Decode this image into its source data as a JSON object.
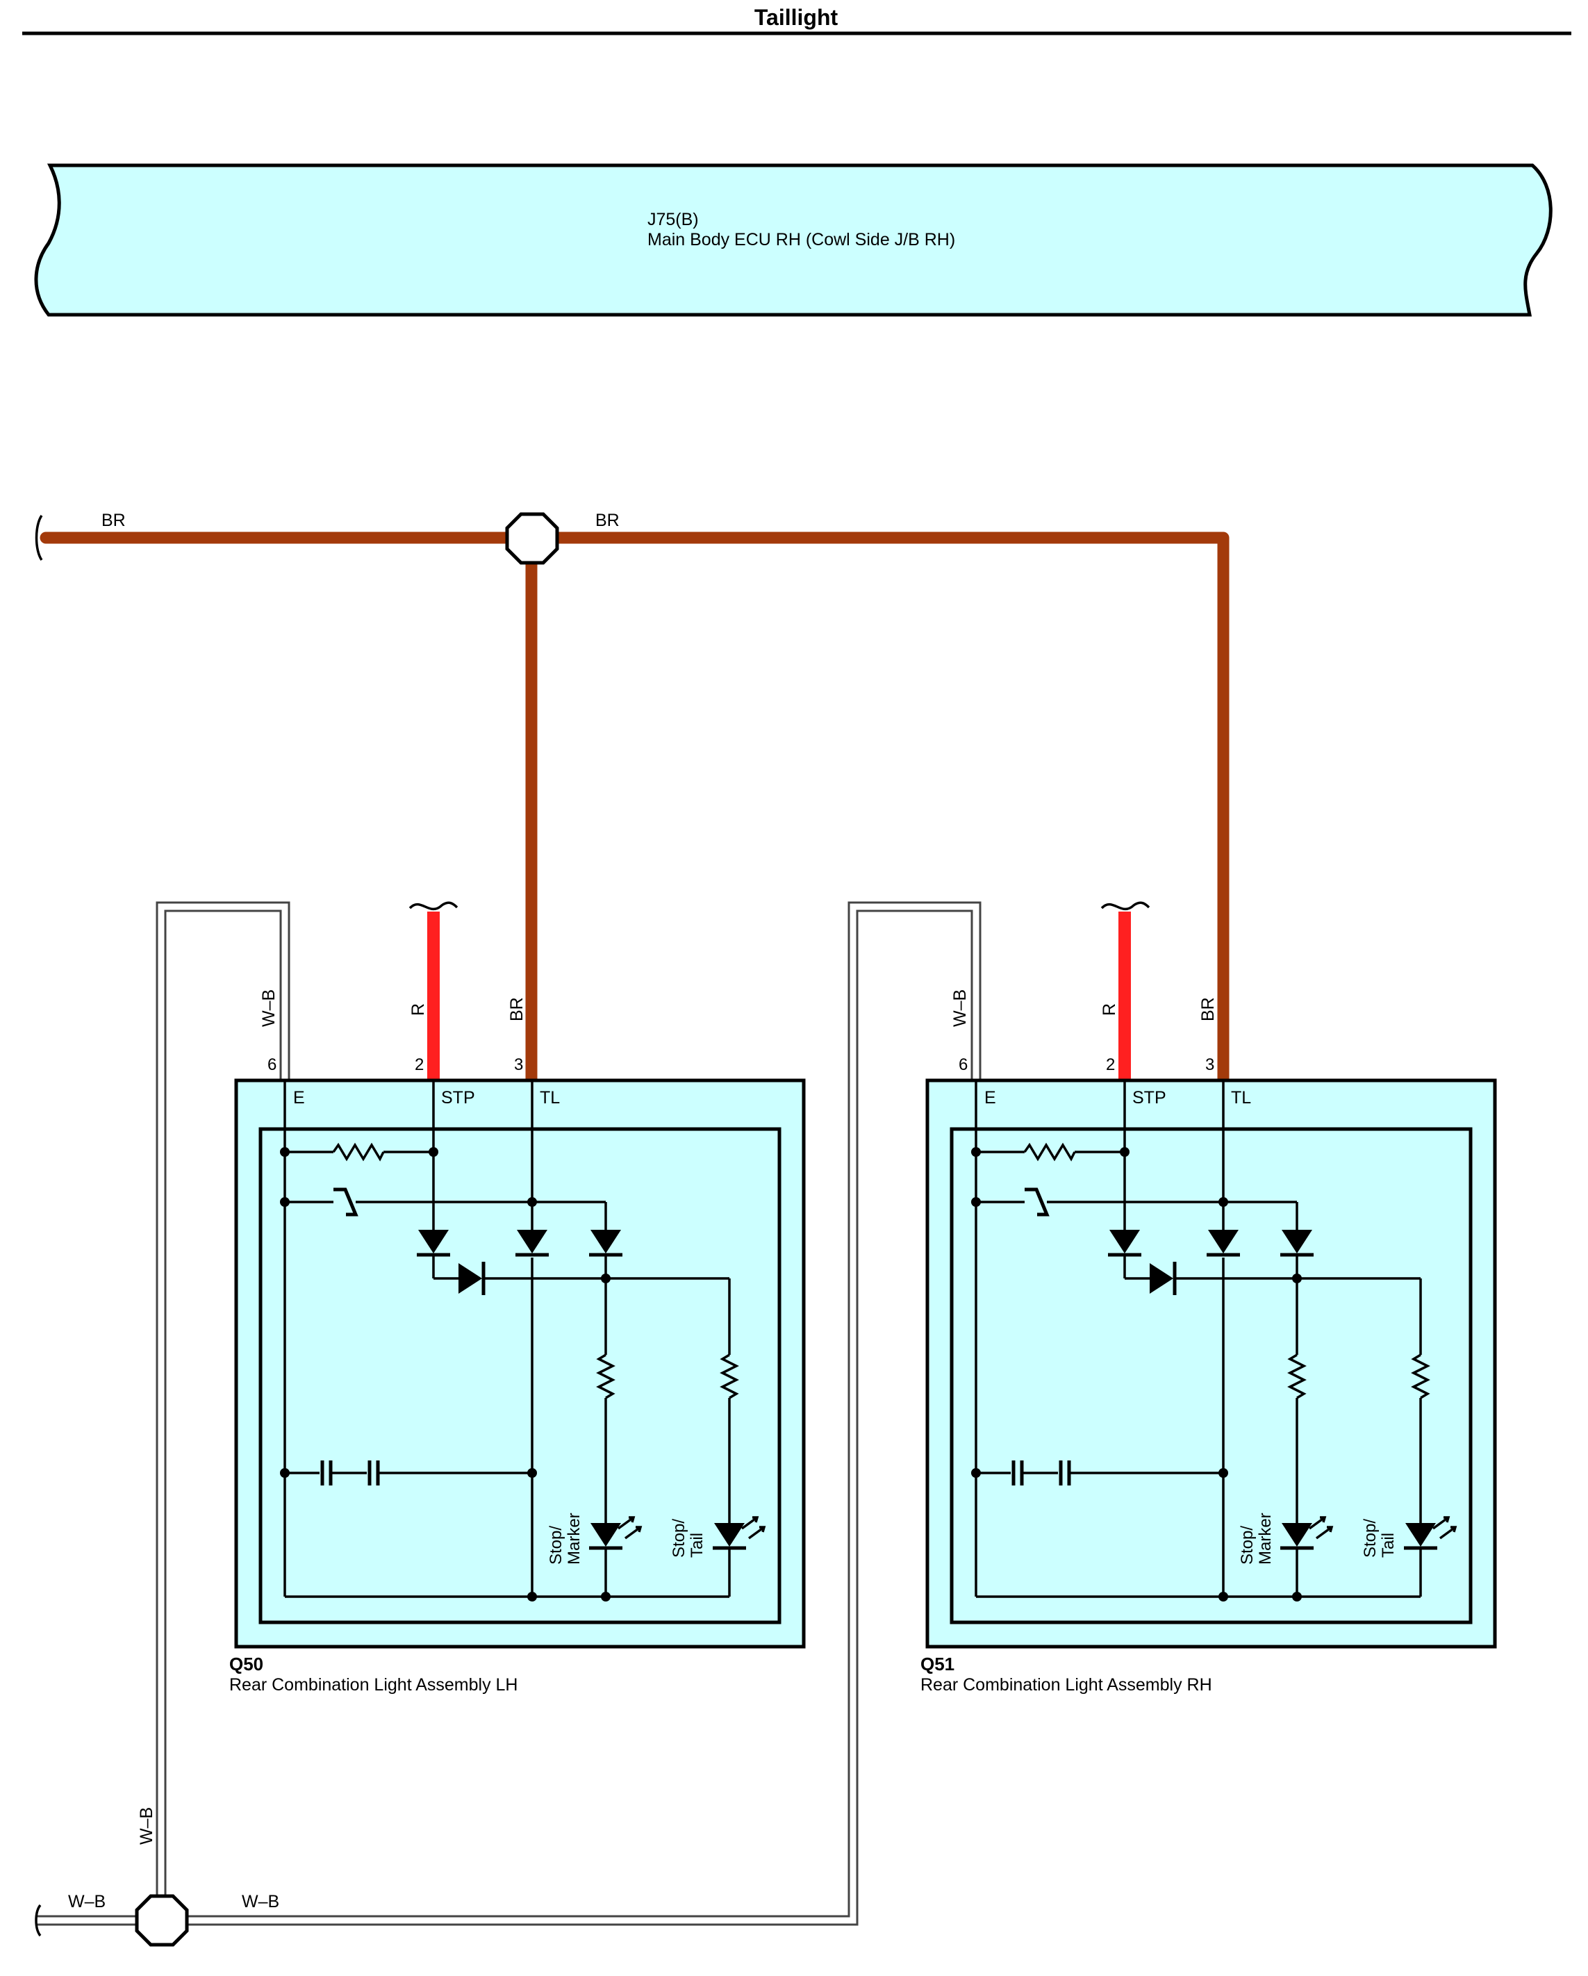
{
  "page": {
    "title": "Taillight"
  },
  "ecu": {
    "code": "J75(B)",
    "name": "Main Body ECU RH (Cowl Side J/B RH)"
  },
  "wires": {
    "br_left": "BR",
    "br_right": "BR",
    "wb_bottom_left": "W–B",
    "wb_bottom_right": "W–B",
    "wb_vertical": "W–B"
  },
  "assemblies": [
    {
      "code": "Q50",
      "name": "Rear Combination Light Assembly LH",
      "pins": [
        {
          "num": "6",
          "wire": "W–B",
          "term": "E"
        },
        {
          "num": "2",
          "wire": "R",
          "term": "STP"
        },
        {
          "num": "3",
          "wire": "BR",
          "term": "TL"
        }
      ],
      "led1": [
        "Stop/",
        "Marker"
      ],
      "led2": [
        "Stop/",
        "Tail"
      ]
    },
    {
      "code": "Q51",
      "name": "Rear Combination Light Assembly RH",
      "pins": [
        {
          "num": "6",
          "wire": "W–B",
          "term": "E"
        },
        {
          "num": "2",
          "wire": "R",
          "term": "STP"
        },
        {
          "num": "3",
          "wire": "BR",
          "term": "TL"
        }
      ],
      "led1": [
        "Stop/",
        "Marker"
      ],
      "led2": [
        "Stop/",
        "Tail"
      ]
    }
  ],
  "colors": {
    "wire_br": "#a33a0b",
    "wire_r": "#ff2020",
    "component_fill": "#ccffff"
  }
}
